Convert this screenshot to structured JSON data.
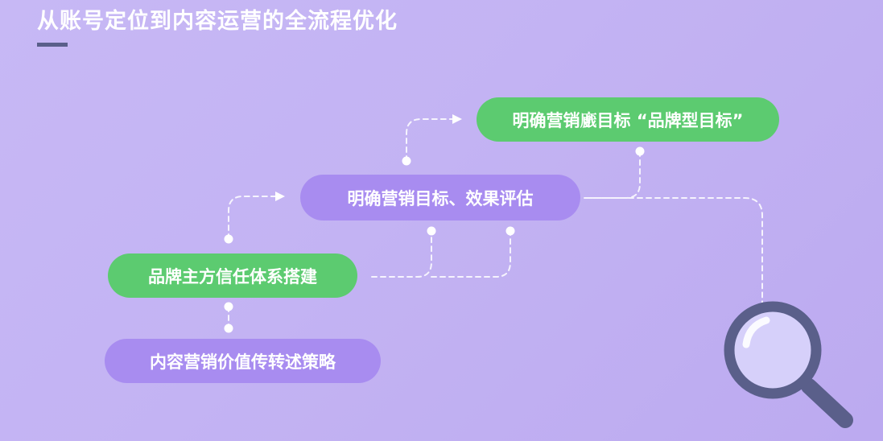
{
  "header": {
    "title": "从账号定位到内容运营的全流程优化"
  },
  "steps": [
    {
      "label": "内容营销价值传转述策略",
      "color": "#a88cf0"
    },
    {
      "label": "品牌主方信任体系搭建",
      "color": "#5ccb70"
    },
    {
      "label": "明确营销目标、效果评估",
      "color": "#a88cf0"
    },
    {
      "label": "明确营销𢋼目标 “品牌型目标”",
      "color": "#5ccb70"
    }
  ],
  "icons": {
    "magnifier": "magnifying-glass-icon",
    "arrow": "arrow-right-icon"
  },
  "colors": {
    "background": "#c3b3f3",
    "green_pill": "#5ccb70",
    "purple_pill": "#a88cf0",
    "magnifier_frame": "#5a5f8a",
    "connector": "#ffffff"
  }
}
